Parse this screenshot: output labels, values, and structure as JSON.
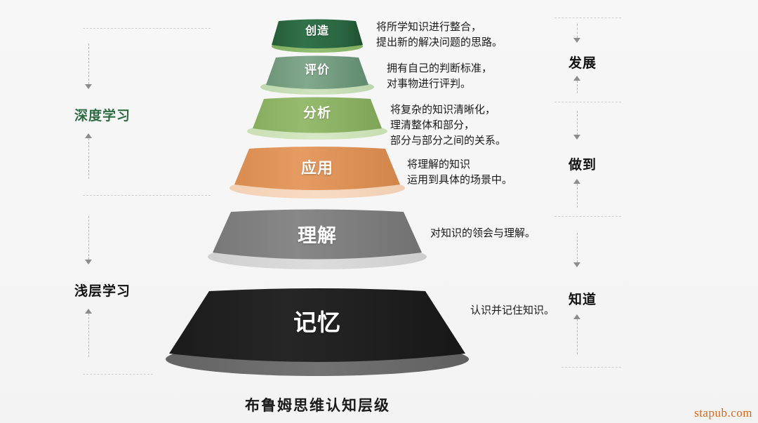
{
  "chart_data": {
    "type": "pyramid",
    "title": "布鲁姆思维认知层级",
    "orientation": "inverted-width-ascending",
    "levels": [
      {
        "rank": 6,
        "name": "创造",
        "description": "将所学知识进行整合，\n提出新的解决问题的思路。",
        "color": "#2e6b42",
        "base_color": "#8cb668",
        "top_width": 90,
        "bottom_width": 130,
        "height": 38
      },
      {
        "rank": 5,
        "name": "评价",
        "description": "拥有自己的判断标准，\n对事物进行评判。",
        "color": "#7ba084",
        "base_color": "#c6dcb6",
        "top_width": 118,
        "bottom_width": 162,
        "height": 44
      },
      {
        "rank": 4,
        "name": "分析",
        "description": "将复杂的知识清晰化，\n理清整体和部分，\n部分与部分之间的关系。",
        "color": "#8fb464",
        "base_color": "#cfe2bb",
        "top_width": 152,
        "bottom_width": 200,
        "height": 50
      },
      {
        "rank": 3,
        "name": "应用",
        "description": "将理解的知识\n运用到具体的场景中。",
        "color": "#e0955b",
        "base_color": "#f5d4b9",
        "top_width": 195,
        "bottom_width": 250,
        "height": 60
      },
      {
        "rank": 2,
        "name": "理解",
        "description": "对知识的领会与理解。",
        "color": "#808080",
        "base_color": "#d6d6d6",
        "top_width": 245,
        "bottom_width": 312,
        "height": 72
      },
      {
        "rank": 1,
        "name": "记忆",
        "description": "认识并记住知识。",
        "color": "#1f1f1f",
        "base_color": "#6e6e6e",
        "top_width": 308,
        "bottom_width": 432,
        "height": 93
      }
    ],
    "left_groups": [
      {
        "label": "深度学习",
        "color": "#2f6b43",
        "covers": [
          "创造",
          "评价",
          "分析",
          "应用"
        ]
      },
      {
        "label": "浅层学习",
        "color": "#111111",
        "covers": [
          "理解",
          "记忆"
        ]
      }
    ],
    "right_groups": [
      {
        "label": "发展",
        "color": "#111111",
        "covers": [
          "创造",
          "评价"
        ]
      },
      {
        "label": "做到",
        "color": "#111111",
        "covers": [
          "分析",
          "应用"
        ]
      },
      {
        "label": "知道",
        "color": "#111111",
        "covers": [
          "理解",
          "记忆"
        ]
      }
    ]
  },
  "levels": {
    "l6": {
      "name": "创造",
      "desc": "将所学知识进行整合，\n提出新的解决问题的思路。"
    },
    "l5": {
      "name": "评价",
      "desc": "拥有自己的判断标准，\n对事物进行评判。"
    },
    "l4": {
      "name": "分析",
      "desc": "将复杂的知识清晰化，\n理清整体和部分，\n部分与部分之间的关系。"
    },
    "l3": {
      "name": "应用",
      "desc": "将理解的知识\n运用到具体的场景中。"
    },
    "l2": {
      "name": "理解",
      "desc": "对知识的领会与理解。"
    },
    "l1": {
      "name": "记忆",
      "desc": "认识并记住知识。"
    }
  },
  "left_labels": {
    "deep": "深度学习",
    "shallow": "浅层学习"
  },
  "right_labels": {
    "develop": "发展",
    "doit": "做到",
    "know": "知道"
  },
  "title": "布鲁姆思维认知层级",
  "watermark": "stapub.com",
  "colors": {
    "create": "#2e6b42",
    "evaluate": "#7ba084",
    "analyze": "#8fb464",
    "apply": "#e0955b",
    "understand": "#808080",
    "remember": "#1f1f1f",
    "deep_learning": "#2f6b43",
    "watermark": "#d2691e",
    "background": "#f6f6f6"
  }
}
